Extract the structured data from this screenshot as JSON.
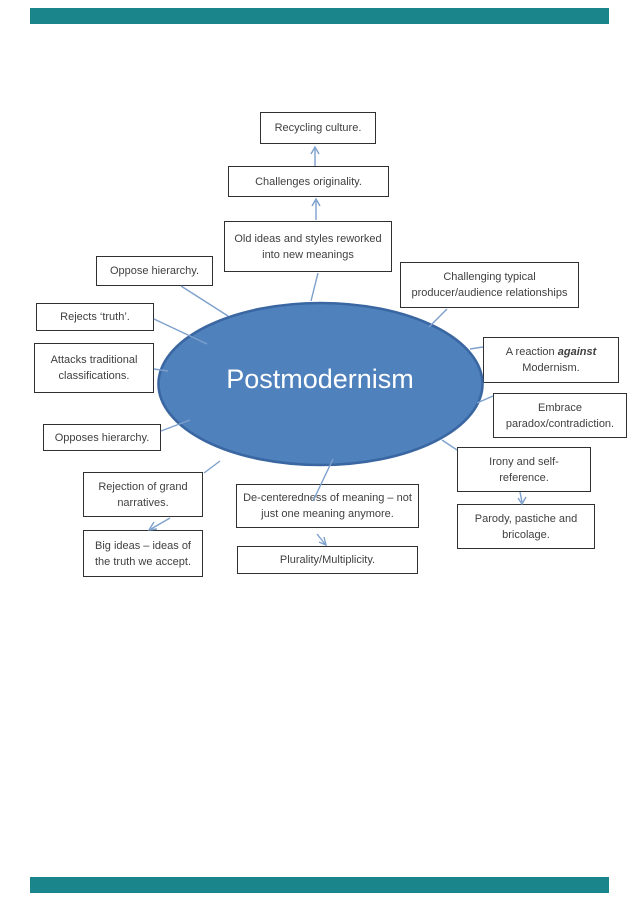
{
  "slide": {
    "accent_bars": {
      "color": "#1a868c"
    },
    "center": {
      "label": "Postmodernism",
      "fill": "#4f81bd",
      "border": "#3a67a1",
      "text_color": "#ffffff"
    },
    "connector_color": "#7da0cc",
    "nodes": [
      {
        "id": "recycling-culture",
        "lines": [
          "Recycling culture."
        ]
      },
      {
        "id": "challenges-originality",
        "lines": [
          "Challenges originality."
        ]
      },
      {
        "id": "old-ideas",
        "lines": [
          "Old ideas and styles reworked",
          "into new meanings"
        ]
      },
      {
        "id": "oppose-hierarchy",
        "lines": [
          "Oppose hierarchy."
        ]
      },
      {
        "id": "challenging-typical",
        "lines": [
          "Challenging typical",
          "producer/audience relationships"
        ]
      },
      {
        "id": "rejects-truth",
        "lines": [
          "Rejects ‘truth’."
        ]
      },
      {
        "id": "attacks-classifications",
        "lines": [
          "Attacks traditional",
          "classifications."
        ]
      },
      {
        "id": "reaction-against-modernism",
        "pre": "A reaction ",
        "emphasis": "against",
        "line2": "Modernism."
      },
      {
        "id": "embrace-paradox",
        "lines": [
          "Embrace",
          "paradox/contradiction."
        ]
      },
      {
        "id": "opposes-hierarchy",
        "lines": [
          "Opposes hierarchy."
        ]
      },
      {
        "id": "irony-self-reference",
        "lines": [
          "Irony and self-",
          "reference."
        ]
      },
      {
        "id": "rejection-grand-narratives",
        "lines": [
          "Rejection of grand",
          "narratives."
        ]
      },
      {
        "id": "decenteredness",
        "lines": [
          "De-centeredness of meaning – not",
          "just one meaning anymore."
        ]
      },
      {
        "id": "parody-pastiche",
        "lines": [
          "Parody, pastiche and",
          "bricolage."
        ]
      },
      {
        "id": "big-ideas",
        "lines": [
          "Big ideas – ideas of",
          "the truth we accept."
        ]
      },
      {
        "id": "plurality",
        "lines": [
          "Plurality/Multiplicity."
        ]
      }
    ]
  }
}
